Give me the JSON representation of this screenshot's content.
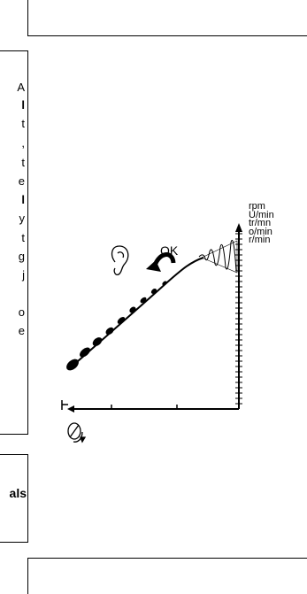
{
  "margin_text": [
    "A",
    "l",
    "t",
    ",",
    "t",
    "e",
    "l",
    "y",
    "t",
    "g",
    "j",
    "o",
    "e"
  ],
  "heading_fragment": "als",
  "figure": {
    "ok_label": "OK",
    "units": [
      "rpm",
      "U/min",
      "tr/mn",
      "o/min",
      "r/min"
    ],
    "speed_icon": "rotation-icon",
    "hearing_icon": "ear-icon"
  }
}
